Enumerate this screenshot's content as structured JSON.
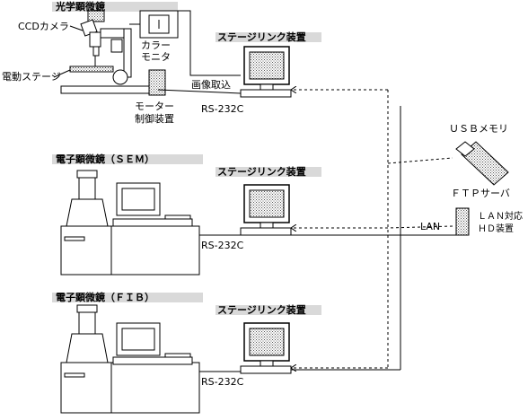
{
  "optical": {
    "title": "光学顕微鏡",
    "ccd_label": "CCDカメラ",
    "stage_label": "電動ステージ",
    "color_monitor_line1": "カラー",
    "color_monitor_line2": "モニタ",
    "motor_ctrl_line1": "モーター",
    "motor_ctrl_line2": "制御装置",
    "capture_label": "画像取込",
    "rs232c": "RS-232C",
    "stagelink": "ステージリンク装置"
  },
  "sem": {
    "title": "電子顕微鏡（ＳＥＭ）",
    "stagelink": "ステージリンク装置",
    "rs232c": "RS-232C"
  },
  "fib": {
    "title": "電子顕微鏡（ＦＩＢ）",
    "stagelink": "ステージリンク装置",
    "rs232c": "RS-232C"
  },
  "network": {
    "usb_label": "ＵＳＢメモリ",
    "ftp_label": "ＦＴＰサーバ",
    "lan_label": "LAN",
    "lan_hd_line1": "ＬＡＮ対応",
    "lan_hd_line2": "ＨＤ装置"
  },
  "colors": {
    "title_bar": "#d9d9d9",
    "line": "#000000",
    "stipple": "#888888"
  }
}
